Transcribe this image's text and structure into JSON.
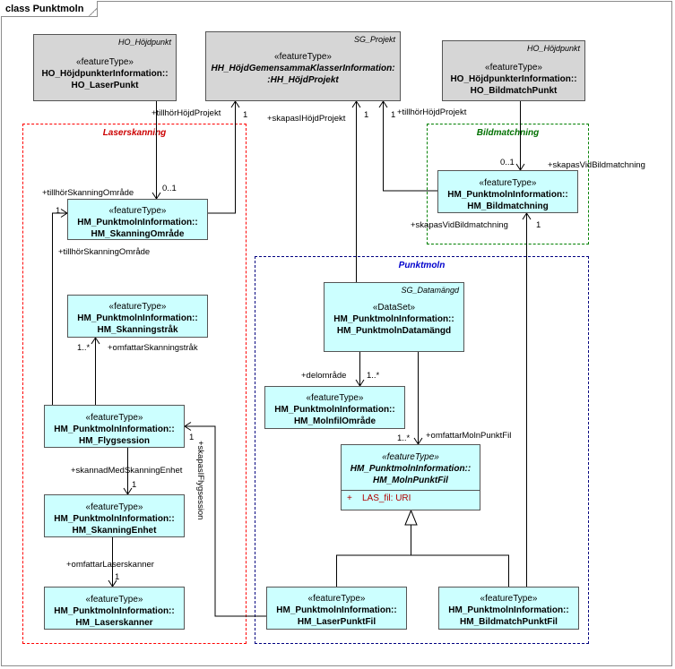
{
  "frame_title": "class Punktmoln",
  "packages": {
    "laserskanning": {
      "title": "Laserskanning",
      "color": "#ff0000"
    },
    "bildmatchning": {
      "title": "Bildmatchning",
      "color": "#008000"
    },
    "punktmoln": {
      "title": "Punktmoln",
      "color": "#000080"
    }
  },
  "classes": {
    "ho_laser": {
      "package": "HO_Höjdpunkt",
      "stereotype": "«featureType»",
      "name1": "HO_HöjdpunkterInformation::",
      "name2": "HO_LaserPunkt"
    },
    "sg_projekt": {
      "package": "SG_Projekt",
      "stereotype": "«featureType»",
      "name1": "HH_HöjdGemensammaKlasserInformation:",
      "name2": ":HH_HöjdProjekt"
    },
    "ho_bild": {
      "package": "HO_Höjdpunkt",
      "stereotype": "«featureType»",
      "name1": "HO_HöjdpunkterInformation::",
      "name2": "HO_BildmatchPunkt"
    },
    "bildmatchning": {
      "stereotype": "«featureType»",
      "name1": "HM_PunktmolnInformation::",
      "name2": "HM_Bildmatchning"
    },
    "skanningomrade": {
      "stereotype": "«featureType»",
      "name1": "HM_PunktmolnInformation::",
      "name2": "HM_SkanningOmråde"
    },
    "skanningstrak": {
      "stereotype": "«featureType»",
      "name1": "HM_PunktmolnInformation::",
      "name2": "HM_Skanningstråk"
    },
    "flygsession": {
      "stereotype": "«featureType»",
      "name1": "HM_PunktmolnInformation::",
      "name2": "HM_Flygsession"
    },
    "skanningenhet": {
      "stereotype": "«featureType»",
      "name1": "HM_PunktmolnInformation::",
      "name2": "HM_SkanningEnhet"
    },
    "laserskanner": {
      "stereotype": "«featureType»",
      "name1": "HM_PunktmolnInformation::",
      "name2": "HM_Laserskanner"
    },
    "datamangd": {
      "package": "SG_Datamängd",
      "stereotype": "«DataSet»",
      "name1": "HM_PunktmolnInformation::",
      "name2": "HM_PunktmolnDatamängd"
    },
    "molnfilomrade": {
      "stereotype": "«featureType»",
      "name1": "HM_PunktmolnInformation::",
      "name2": "HM_MolnfilOmråde"
    },
    "molnpunktfil": {
      "stereotype": "«featureType»",
      "name1": "HM_PunktmolnInformation::",
      "name2": "HM_MolnPunktFil",
      "attribute_vis": "+",
      "attribute": "LAS_fil: URI"
    },
    "laserpunktfil": {
      "stereotype": "«featureType»",
      "name1": "HM_PunktmolnInformation::",
      "name2": "HM_LaserPunktFil"
    },
    "bildmatchpunktfil": {
      "stereotype": "«featureType»",
      "name1": "HM_PunktmolnInformation::",
      "name2": "HM_BildmatchPunktFil"
    }
  },
  "labels": {
    "tillhorHojdProjekt_1": "+tillhörHöjdProjekt",
    "mult_1_a": "1",
    "mult_01_a": "0..1",
    "tillhorSkanningOmrade_a": "+tillhörSkanningOmråde",
    "mult_1_b": "1",
    "tillhorSkanningOmrade_b": "+tillhörSkanningOmråde",
    "skapasIHojdProjekt": "+skapasIHöjdProjekt",
    "mult_1_c": "1",
    "mult_1_d": "1",
    "tillhorHojdProjekt_2": "+tillhörHöjdProjekt",
    "mult_01_b": "0..1",
    "skapasVidBildmatchning_a": "+skapasVidBildmatchning",
    "skapasVidBildmatchning_b": "+skapasVidBildmatchning",
    "mult_1_e": "1",
    "mult_1star_a": "1..*",
    "omfattarSkanningstrak": "+omfattarSkanningstråk",
    "delomrade": "+delområde",
    "mult_1star_b": "1..*",
    "mult_1star_c": "1..*",
    "omfattarMolnPunktFil": "+omfattarMolnPunktFil",
    "mult_1_f": "1",
    "skapasIFlygsession": "+skapasIFlygsession",
    "skannadMedSkanningEnhet": "+skannadMedSkanningEnhet",
    "mult_1_g": "1",
    "omfattarLaserskanner": "+omfattarLaserskanner",
    "mult_1_h": "1"
  },
  "colors": {
    "class_fill": "#ccffff",
    "external_class_fill": "#d6d6d6",
    "line": "#000000"
  }
}
